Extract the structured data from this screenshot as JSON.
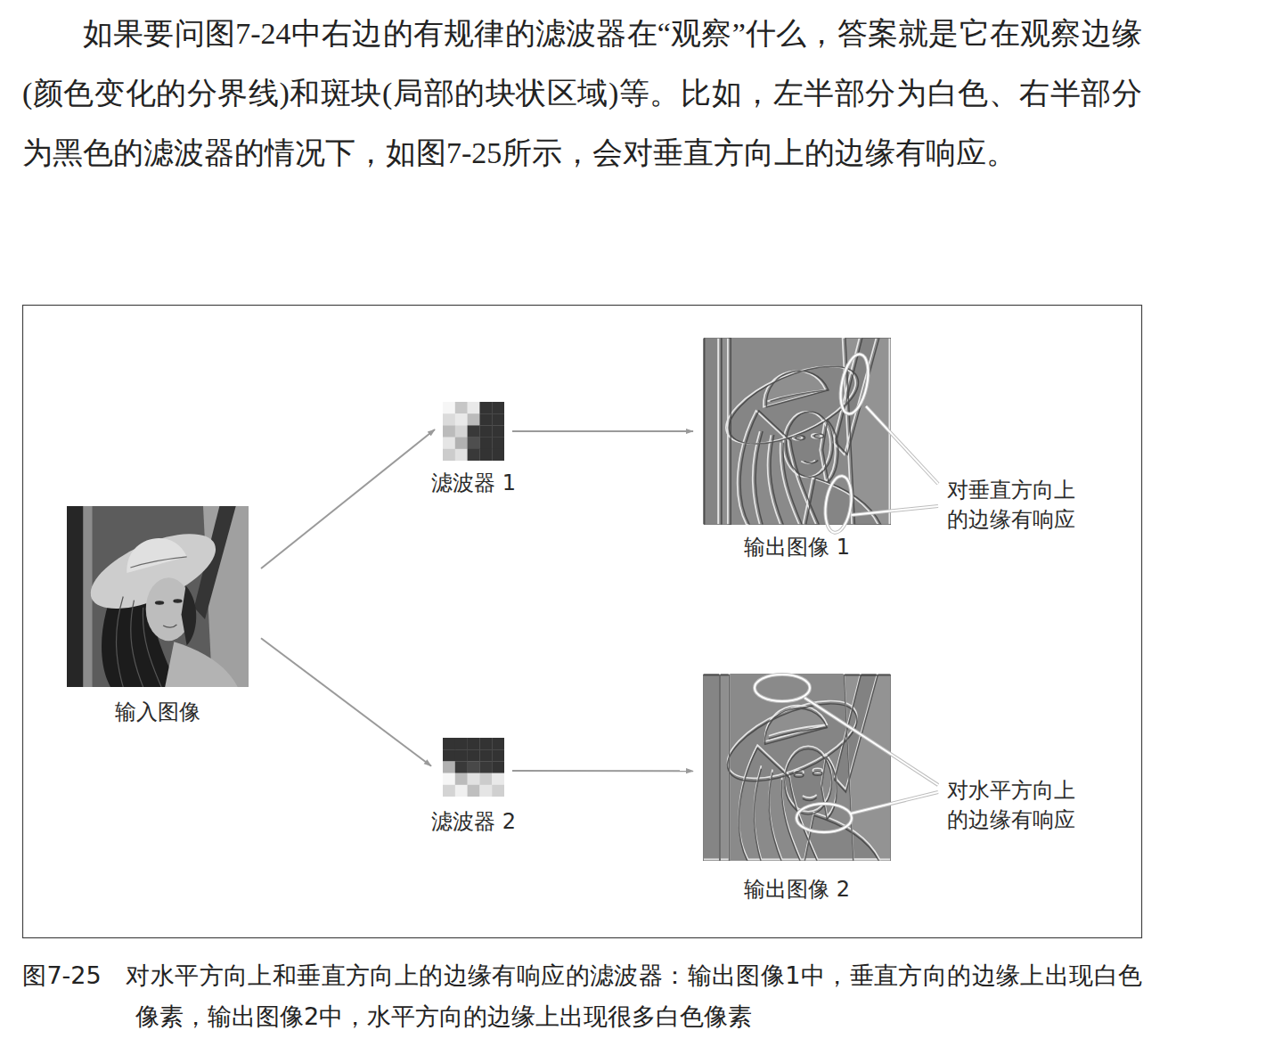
{
  "diagram": {
    "caption": "图7-25　对水平方向上和垂直方向上的边缘有响应的滤波器：输出图像1中，垂直方向的边缘上出现白色像素，输出图像2中，水平方向的边缘上出现很多白色像素",
    "nodes": [
      {
        "text": [
          "输入图像"
        ]
      },
      {
        "text": [
          "滤波器 1"
        ]
      },
      {
        "text": [
          "滤波器 2"
        ]
      },
      {
        "text": [
          "输出图像 1"
        ]
      },
      {
        "text": [
          "输出图像 2"
        ]
      }
    ],
    "edges": [
      {
        "from": 0,
        "to": 1,
        "arrow": "to"
      },
      {
        "from": 0,
        "to": 2,
        "arrow": "to"
      },
      {
        "from": 1,
        "to": 3,
        "arrow": "to"
      },
      {
        "from": 2,
        "to": 4,
        "arrow": "to"
      }
    ],
    "labels": [
      "如果要问图7-24中右边的有规律的滤波器在“观察”什么，答案就是它在观察边缘(颜色变化的分界线)和斑块(局部的块状区域)等。比如，左半部分为白色、右半部分为黑色的滤波器的情况下，如图7-25所示，会对垂直方向上的边缘有响应。",
      "对垂直方向上 的边缘有响应",
      "对水平方向上 的边缘有响应"
    ]
  }
}
